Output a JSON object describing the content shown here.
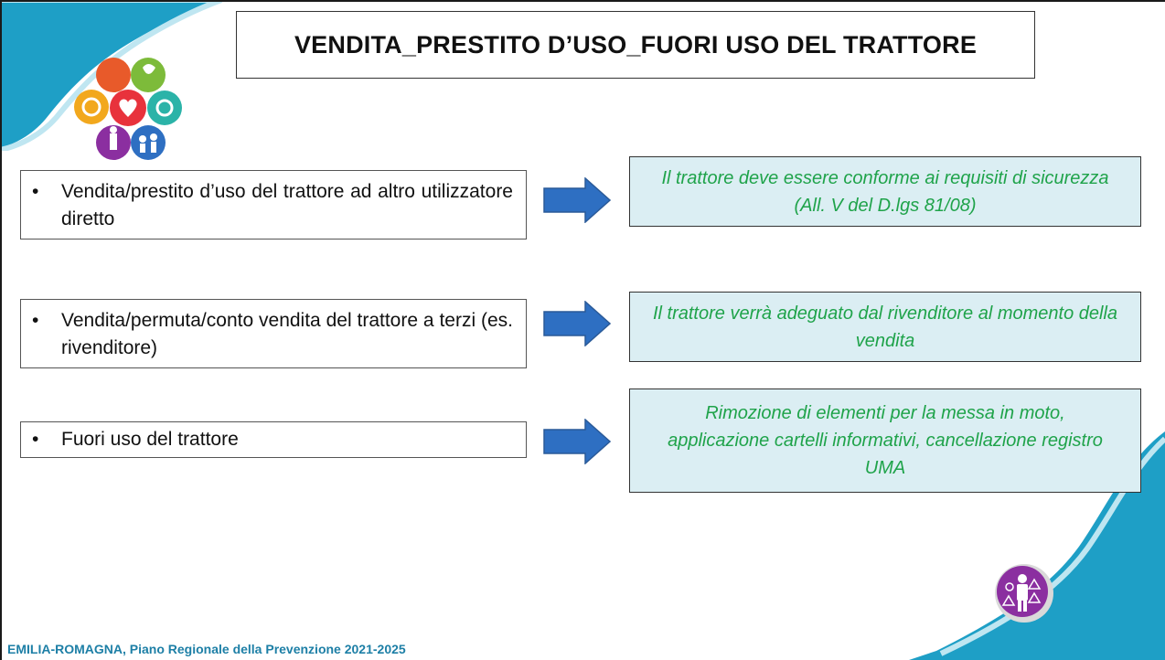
{
  "title": "VENDITA_PRESTITO D’USO_FUORI USO DEL TRATTORE",
  "items": [
    {
      "bullet": "•",
      "text": "Vendita/prestito d’uso del trattore ad altro utilizzatore diretto"
    },
    {
      "bullet": "•",
      "text": "Vendita/permuta/conto vendita del trattore a terzi (es. rivenditore)"
    },
    {
      "bullet": "•",
      "text": "Fuori uso del trattore"
    }
  ],
  "notes": [
    "Il trattore deve essere conforme ai requisiti di sicurezza (All. V del D.lgs 81/08)",
    "Il trattore verrà adeguato dal rivenditore al momento della vendita",
    "Rimozione di elementi per la messa in moto, applicazione cartelli informativi, cancellazione registro UMA"
  ],
  "footer": "EMILIA-ROMAGNA, Piano Regionale della Prevenzione 2021-2025",
  "icons": {
    "logo": "prevention-program-logo-icon",
    "arrow": "right-arrow-icon",
    "badge": "worker-safety-badge-icon"
  },
  "colors": {
    "accent_blue": "#1e9fc6",
    "arrow_blue": "#2e6fc2",
    "note_bg": "#dbeef3",
    "note_text": "#1fa34a",
    "footer_text": "#1d7fa6",
    "badge_purple": "#8b2fa0"
  }
}
